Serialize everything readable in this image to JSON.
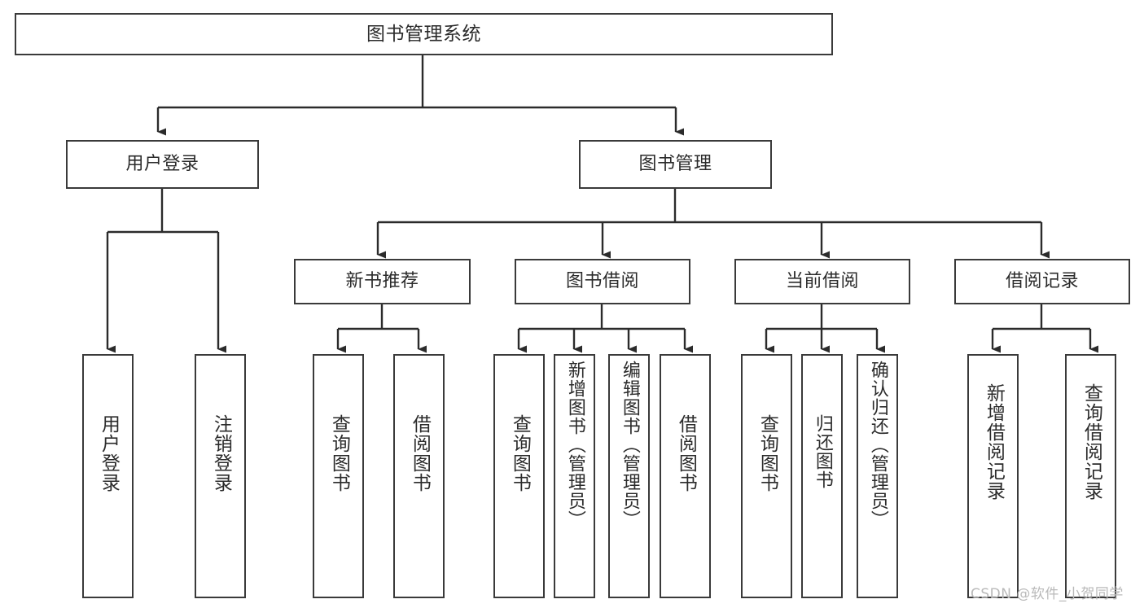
{
  "diagram": {
    "type": "tree-hierarchy",
    "title": "图书管理系统",
    "background_color": "#ffffff",
    "box_border_color": "#3a3a3a",
    "text_color": "#2b2b2b",
    "edge_color": "#2b2b2b"
  },
  "nodes": {
    "root": {
      "label": "图书管理系统",
      "level": 0,
      "orientation": "horizontal"
    },
    "l1": [
      {
        "id": "user-login",
        "label": "用户登录",
        "level": 1,
        "orientation": "horizontal"
      },
      {
        "id": "book-management",
        "label": "图书管理",
        "level": 1,
        "orientation": "horizontal"
      }
    ],
    "l2": [
      {
        "id": "new-book-recommend",
        "label": "新书推荐",
        "level": 2,
        "orientation": "horizontal",
        "parent": "book-management"
      },
      {
        "id": "book-borrow",
        "label": "图书借阅",
        "level": 2,
        "orientation": "horizontal",
        "parent": "book-management"
      },
      {
        "id": "current-borrow",
        "label": "当前借阅",
        "level": 2,
        "orientation": "horizontal",
        "parent": "book-management"
      },
      {
        "id": "borrow-record",
        "label": "借阅记录",
        "level": 2,
        "orientation": "horizontal",
        "parent": "book-management"
      }
    ],
    "l3": [
      {
        "id": "leaf-user-login",
        "label": "用户登录",
        "parent": "user-login",
        "orientation": "vertical"
      },
      {
        "id": "leaf-user-logout",
        "label": "注销登录",
        "parent": "user-login",
        "orientation": "vertical"
      },
      {
        "id": "leaf-query-book-1",
        "label": "查询图书",
        "parent": "new-book-recommend",
        "orientation": "vertical"
      },
      {
        "id": "leaf-borrow-book-1",
        "label": "借阅图书",
        "parent": "new-book-recommend",
        "orientation": "vertical"
      },
      {
        "id": "leaf-query-book-2",
        "label": "查询图书",
        "parent": "book-borrow",
        "orientation": "vertical"
      },
      {
        "id": "leaf-add-book-admin",
        "label": "新增图书（管理员）",
        "parent": "book-borrow",
        "orientation": "vertical"
      },
      {
        "id": "leaf-edit-book-admin",
        "label": "编辑图书（管理员）",
        "parent": "book-borrow",
        "orientation": "vertical"
      },
      {
        "id": "leaf-borrow-book-2",
        "label": "借阅图书",
        "parent": "book-borrow",
        "orientation": "vertical"
      },
      {
        "id": "leaf-query-book-3",
        "label": "查询图书",
        "parent": "current-borrow",
        "orientation": "vertical"
      },
      {
        "id": "leaf-return-book",
        "label": "归还图书",
        "parent": "current-borrow",
        "orientation": "vertical"
      },
      {
        "id": "leaf-confirm-return-admin",
        "label": "确认归还（管理员）",
        "parent": "current-borrow",
        "orientation": "vertical"
      },
      {
        "id": "leaf-add-borrow-record",
        "label": "新增借阅记录",
        "parent": "borrow-record",
        "orientation": "vertical"
      },
      {
        "id": "leaf-query-borrow-record",
        "label": "查询借阅记录",
        "parent": "borrow-record",
        "orientation": "vertical"
      }
    ]
  },
  "watermark": {
    "text": "CSDN @软件_小贺同学"
  }
}
